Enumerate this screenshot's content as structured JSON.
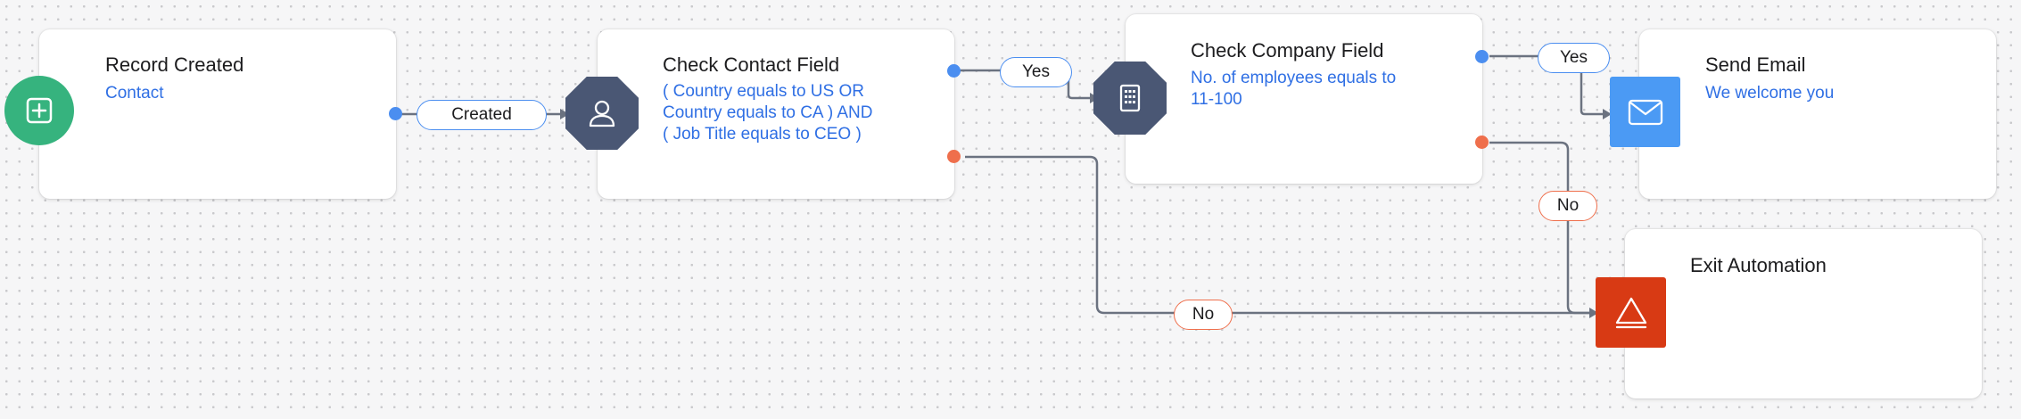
{
  "nodes": {
    "record_created": {
      "title": "Record Created",
      "subtitle": "Contact",
      "icon": "plus-square-icon",
      "color": "#36b37e"
    },
    "check_contact": {
      "title": "Check Contact Field",
      "conditions": [
        "( Country equals to US OR",
        "Country equals to CA ) AND",
        "( Job Title equals to CEO )"
      ],
      "icon": "user-icon",
      "color": "#4a5774"
    },
    "check_company": {
      "title": "Check Company Field",
      "conditions": [
        "No. of employees equals to",
        "11-100"
      ],
      "icon": "building-icon",
      "color": "#4a5774"
    },
    "send_email": {
      "title": "Send Email",
      "subtitle": "We welcome you",
      "icon": "mail-icon",
      "color": "#4b9af4"
    },
    "exit_automation": {
      "title": "Exit Automation",
      "icon": "warning-triangle-icon",
      "color": "#d83a14"
    }
  },
  "edges": {
    "created": "Created",
    "contact_yes": "Yes",
    "contact_no": "No",
    "company_yes": "Yes",
    "company_no": "No"
  },
  "colors": {
    "connector": "#6b7280",
    "yes_accent": "#4b8ef0",
    "no_accent": "#ef6f4c",
    "link_text": "#2f6fe4"
  }
}
